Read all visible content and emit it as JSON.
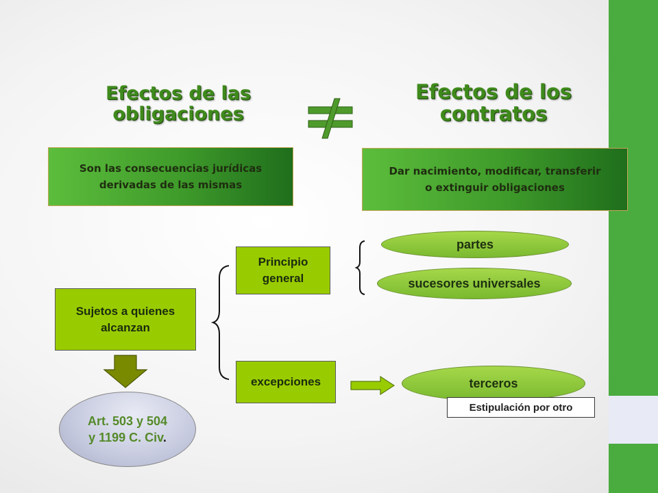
{
  "left": {
    "title_line1": "Efectos de las",
    "title_line2": "obligaciones",
    "definition_line1": "Son las consecuencias jurídicas",
    "definition_line2": "derivadas de las mismas"
  },
  "right": {
    "title_line1": "Efectos de los",
    "title_line2": "contratos",
    "definition_line1": "Dar nacimiento, modificar, transferir",
    "definition_line2": "o extinguir obligaciones"
  },
  "subjects": {
    "line1": "Sujetos a quienes",
    "line2": "alcanzan"
  },
  "principle": {
    "line1": "Principio",
    "line2": "general"
  },
  "exceptions": "excepciones",
  "parties": "partes",
  "successors": "sucesores universales",
  "third_parties": "terceros",
  "stipulation": "Estipulación por otro",
  "article": {
    "line1": "Art. 503 y 504",
    "line2": "y 1199 C. Civ",
    "suffix": "."
  },
  "colors": {
    "accent_green": "#4aab3f",
    "lime": "#99cc00",
    "heading_green": "#3f8a1c",
    "olive_arrow": "#7a8a00"
  },
  "icons": [
    "not-equal-icon",
    "down-arrow-icon",
    "right-arrow-icon",
    "curly-brace-icon"
  ]
}
